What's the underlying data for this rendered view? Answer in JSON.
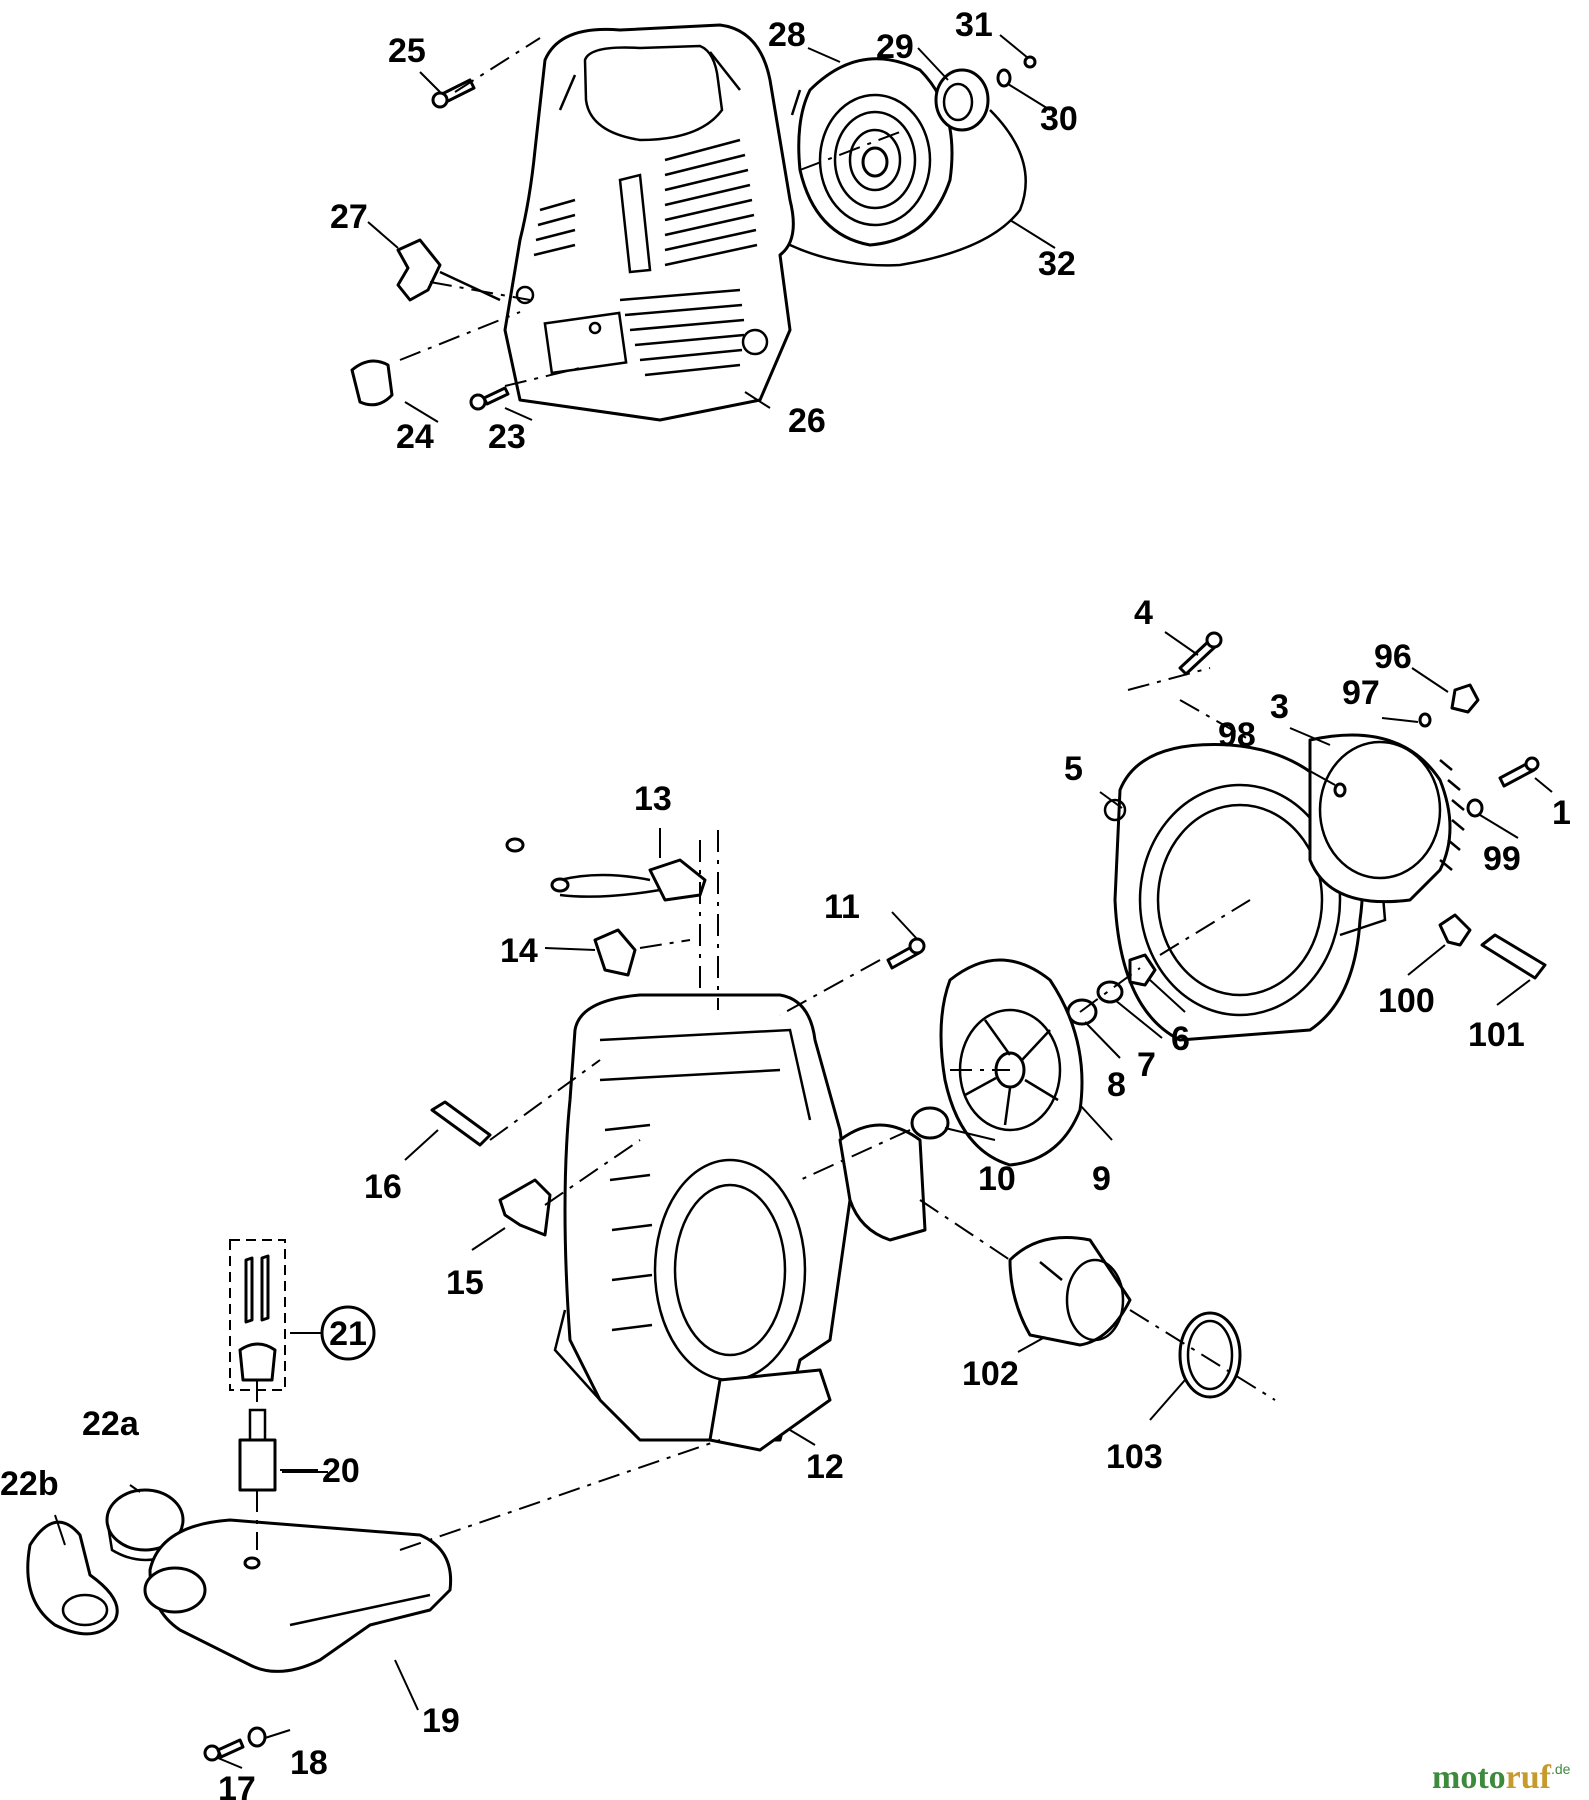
{
  "diagram": {
    "labels": [
      "25",
      "28",
      "29",
      "31",
      "30",
      "32",
      "27",
      "26",
      "24",
      "23",
      "4",
      "96",
      "97",
      "3",
      "98",
      "5",
      "1",
      "99",
      "100",
      "101",
      "6",
      "7",
      "8",
      "13",
      "11",
      "14",
      "9",
      "10",
      "16",
      "15",
      "21",
      "102",
      "103",
      "12",
      "22b",
      "22a",
      "20",
      "19",
      "18",
      "17"
    ],
    "watermark": {
      "part1": "moto",
      "part2": "ruf",
      "part3": ".de"
    }
  }
}
